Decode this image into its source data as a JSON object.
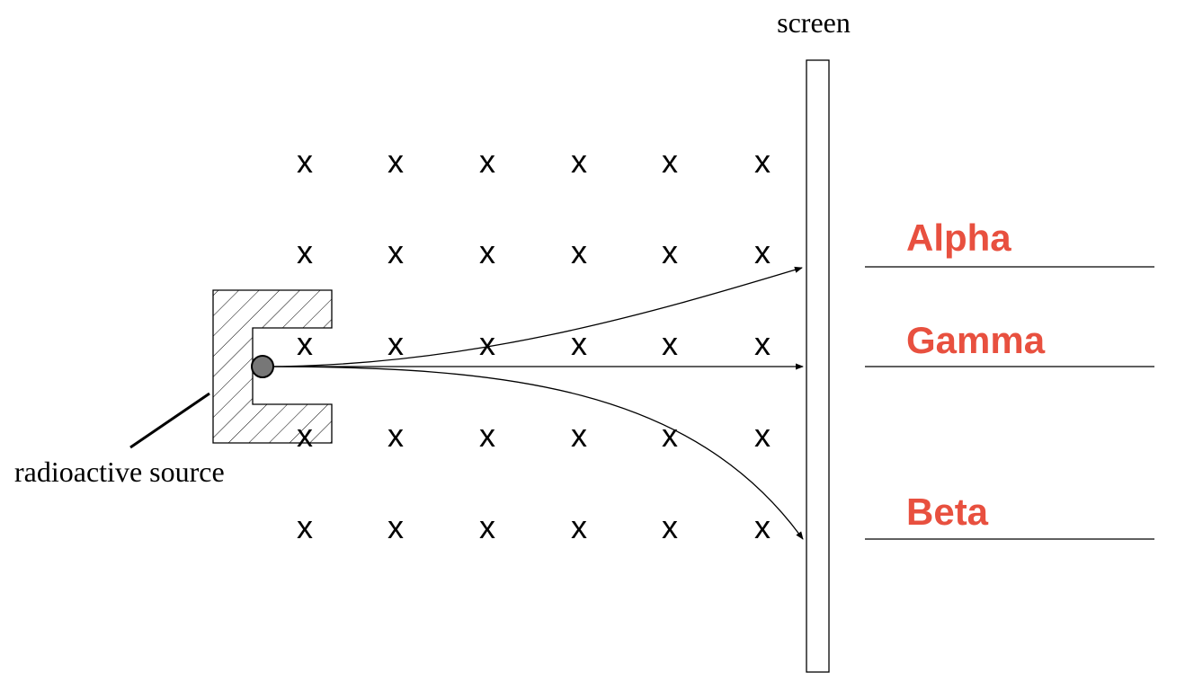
{
  "labels": {
    "screen": "screen",
    "source": "radioactive source",
    "field_symbol": "x"
  },
  "answers": [
    {
      "text": "Alpha"
    },
    {
      "text": "Gamma"
    },
    {
      "text": "Beta"
    }
  ],
  "field": {
    "rows": 5,
    "cols": 6
  },
  "colors": {
    "answer": "#e8503f",
    "ink": "#000000",
    "source_fill": "#777777"
  }
}
